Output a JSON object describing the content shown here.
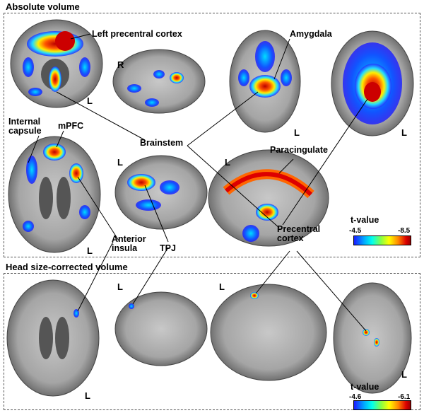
{
  "sections": {
    "absolute": "Absolute volume",
    "corrected": "Head size-corrected volume"
  },
  "labels": {
    "left_precentral": "Left precentral cortex",
    "amygdala": "Amygdala",
    "internal_capsule_1": "Internal",
    "internal_capsule_2": "capsule",
    "mpfc": "mPFC",
    "brainstem": "Brainstem",
    "paracingulate": "Paracingulate",
    "anterior_insula_1": "Anterior",
    "anterior_insula_2": "insula",
    "tpj": "TPJ",
    "precentral_cortex_1": "Precentral",
    "precentral_cortex_2": "cortex"
  },
  "orientation": {
    "R": "R",
    "L": "L"
  },
  "scale_top": {
    "title": "t-value",
    "min": "-4.5",
    "max": "-8.5"
  },
  "scale_bottom": {
    "title": "t-value",
    "min": "-4.6",
    "max": "-6.1"
  },
  "colors": {
    "brain_gray": "#9a9a9a",
    "hot": "#dd0000",
    "cold": "#1a1aff"
  }
}
